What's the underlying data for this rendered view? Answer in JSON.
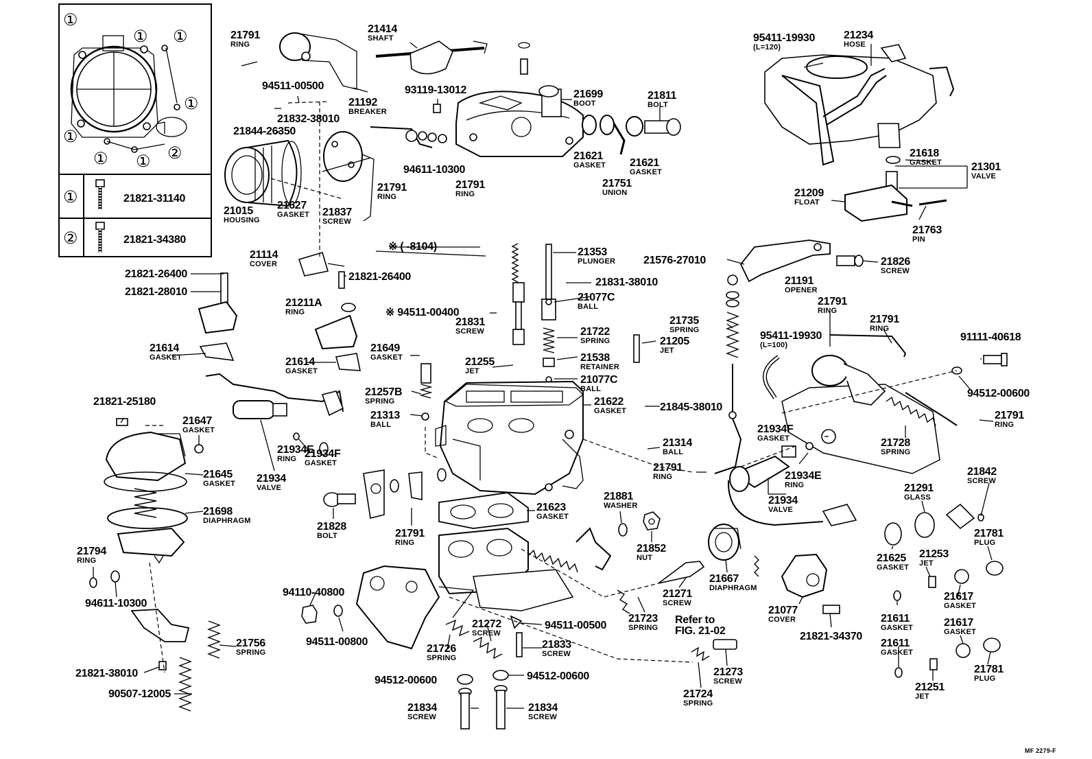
{
  "labels": {
    "21791_a": {
      "num": "21791",
      "name": "RING"
    },
    "21414": {
      "num": "21414",
      "name": "SHAFT"
    },
    "94511_00500_a": {
      "num": "94511-00500",
      "name": ""
    },
    "21192": {
      "num": "21192",
      "name": "BREAKER"
    },
    "93119_13012": {
      "num": "93119-13012",
      "name": ""
    },
    "21699": {
      "num": "21699",
      "name": "BOOT"
    },
    "21811": {
      "num": "21811",
      "name": "BOLT"
    },
    "21832_38010": {
      "num": "21832-38010",
      "name": ""
    },
    "21844_26350": {
      "num": "21844-26350",
      "name": ""
    },
    "94611_10300_a": {
      "num": "94611-10300",
      "name": ""
    },
    "21621_a": {
      "num": "21621",
      "name": "GASKET"
    },
    "21621_b": {
      "num": "21621",
      "name": "GASKET"
    },
    "21791_b": {
      "num": "21791",
      "name": "RING"
    },
    "21791_c": {
      "num": "21791",
      "name": "RING"
    },
    "21751": {
      "num": "21751",
      "name": "UNION"
    },
    "21015": {
      "num": "21015",
      "name": "HOUSING"
    },
    "21627": {
      "num": "21627",
      "name": "GASKET"
    },
    "21837": {
      "num": "21837",
      "name": "SCREW"
    },
    "95411_19930_a": {
      "num": "95411-19930",
      "name": "(L=120)"
    },
    "21234": {
      "num": "21234",
      "name": "HOSE"
    },
    "21618": {
      "num": "21618",
      "name": "GASKET"
    },
    "21301": {
      "num": "21301",
      "name": "VALVE"
    },
    "21209": {
      "num": "21209",
      "name": "FLOAT"
    },
    "21763": {
      "num": "21763",
      "name": "PIN"
    },
    "21114": {
      "num": "21114",
      "name": "COVER"
    },
    "note_8104": {
      "num": "※ (       -8104)",
      "name": ""
    },
    "21353": {
      "num": "21353",
      "name": "PLUNGER"
    },
    "21576_27010": {
      "num": "21576-27010",
      "name": ""
    },
    "21826": {
      "num": "21826",
      "name": "SCREW"
    },
    "21821_26400_a": {
      "num": "21821-26400",
      "name": ""
    },
    "21821_26400_b": {
      "num": "21821-26400",
      "name": ""
    },
    "21821_28010": {
      "num": "21821-28010",
      "name": ""
    },
    "21831_38010": {
      "num": "21831-38010",
      "name": ""
    },
    "21077C_a": {
      "num": "21077C",
      "name": "BALL"
    },
    "21211A": {
      "num": "21211A",
      "name": "RING"
    },
    "94511_00400": {
      "num": "※ 94511-00400",
      "name": ""
    },
    "21831": {
      "num": "21831",
      "name": "SCREW"
    },
    "21191": {
      "num": "21191",
      "name": "OPENER"
    },
    "21791_d": {
      "num": "21791",
      "name": "RING"
    },
    "21791_e": {
      "num": "21791",
      "name": "RING"
    },
    "21735": {
      "num": "21735",
      "name": "SPRING"
    },
    "95411_19930_b": {
      "num": "95411-19930",
      "name": "(L=100)"
    },
    "21722": {
      "num": "21722",
      "name": "SPRING"
    },
    "21205": {
      "num": "21205",
      "name": "JET"
    },
    "21614_a": {
      "num": "21614",
      "name": "GASKET"
    },
    "21614_b": {
      "num": "21614",
      "name": "GASKET"
    },
    "21649": {
      "num": "21649",
      "name": "GASKET"
    },
    "21255": {
      "num": "21255",
      "name": "JET"
    },
    "21538": {
      "num": "21538",
      "name": "RETAINER"
    },
    "21077C_b": {
      "num": "21077C",
      "name": "BALL"
    },
    "91111_40618": {
      "num": "91111-40618",
      "name": ""
    },
    "94512_00600_a": {
      "num": "94512-00600",
      "name": ""
    },
    "21821_25180": {
      "num": "21821-25180",
      "name": ""
    },
    "21257B": {
      "num": "21257B",
      "name": "SPRING"
    },
    "21622": {
      "num": "21622",
      "name": "GASKET"
    },
    "21845_38010": {
      "num": "21845-38010",
      "name": ""
    },
    "21647": {
      "num": "21647",
      "name": "GASKET"
    },
    "21313": {
      "num": "21313",
      "name": "BALL"
    },
    "21934F_a": {
      "num": "21934F",
      "name": "GASKET"
    },
    "21314": {
      "num": "21314",
      "name": "BALL"
    },
    "21728": {
      "num": "21728",
      "name": "SPRING"
    },
    "21791_f": {
      "num": "21791",
      "name": "RING"
    },
    "21934E_a": {
      "num": "21934E",
      "name": "RING"
    },
    "21934F_b": {
      "num": "21934F",
      "name": "GASKET"
    },
    "21645": {
      "num": "21645",
      "name": "GASKET"
    },
    "21934_a": {
      "num": "21934",
      "name": "VALVE"
    },
    "21791_g": {
      "num": "21791",
      "name": "RING"
    },
    "21934E_b": {
      "num": "21934E",
      "name": "RING"
    },
    "21842": {
      "num": "21842",
      "name": "SCREW"
    },
    "21934_b": {
      "num": "21934",
      "name": "VALVE"
    },
    "21291": {
      "num": "21291",
      "name": "GLASS"
    },
    "21698": {
      "num": "21698",
      "name": "DIAPHRAGM"
    },
    "21881": {
      "num": "21881",
      "name": "WASHER"
    },
    "21623": {
      "num": "21623",
      "name": "GASKET"
    },
    "21828": {
      "num": "21828",
      "name": "BOLT"
    },
    "21791_h": {
      "num": "21791",
      "name": "RING"
    },
    "21852": {
      "num": "21852",
      "name": "NUT"
    },
    "21781_a": {
      "num": "21781",
      "name": "PLUG"
    },
    "21625": {
      "num": "21625",
      "name": "GASKET"
    },
    "21253": {
      "num": "21253",
      "name": "JET"
    },
    "21794": {
      "num": "21794",
      "name": "RING"
    },
    "94611_10300_b": {
      "num": "94611-10300",
      "name": ""
    },
    "21667": {
      "num": "21667",
      "name": "DIAPHRAGM"
    },
    "21271": {
      "num": "21271",
      "name": "SCREW"
    },
    "21617_a": {
      "num": "21617",
      "name": "GASKET"
    },
    "21077": {
      "num": "21077",
      "name": "COVER"
    },
    "refer": {
      "num": "Refer to",
      "name": "FIG. 21-02"
    },
    "94110_40800": {
      "num": "94110-40800",
      "name": ""
    },
    "21723": {
      "num": "21723",
      "name": "SPRING"
    },
    "21611_a": {
      "num": "21611",
      "name": "GASKET"
    },
    "21617_b": {
      "num": "21617",
      "name": "GASKET"
    },
    "94511_00800": {
      "num": "94511-00800",
      "name": ""
    },
    "21272": {
      "num": "21272",
      "name": "SCREW"
    },
    "94511_00500_b": {
      "num": "94511-00500",
      "name": ""
    },
    "21821_34370": {
      "num": "21821-34370",
      "name": ""
    },
    "21611_b": {
      "num": "21611",
      "name": "GASKET"
    },
    "21726": {
      "num": "21726",
      "name": "SPRING"
    },
    "21833": {
      "num": "21833",
      "name": "SCREW"
    },
    "21756": {
      "num": "21756",
      "name": "SPRING"
    },
    "21273": {
      "num": "21273",
      "name": "SCREW"
    },
    "21781_b": {
      "num": "21781",
      "name": "PLUG"
    },
    "21251": {
      "num": "21251",
      "name": "JET"
    },
    "21821_38010": {
      "num": "21821-38010",
      "name": ""
    },
    "94512_00600_b": {
      "num": "94512-00600",
      "name": ""
    },
    "94512_00600_c": {
      "num": "94512-00600",
      "name": ""
    },
    "21724": {
      "num": "21724",
      "name": "SPRING"
    },
    "90507_12005": {
      "num": "90507-12005",
      "name": ""
    },
    "21834_a": {
      "num": "21834",
      "name": "SCREW"
    },
    "21834_b": {
      "num": "21834",
      "name": "SCREW"
    },
    "mf": {
      "num": "MF 2279-F",
      "name": ""
    }
  },
  "inset": {
    "circle_1": "①",
    "circle_2": "②",
    "row1_part": "21821-31140",
    "row2_part": "21821-34380"
  }
}
